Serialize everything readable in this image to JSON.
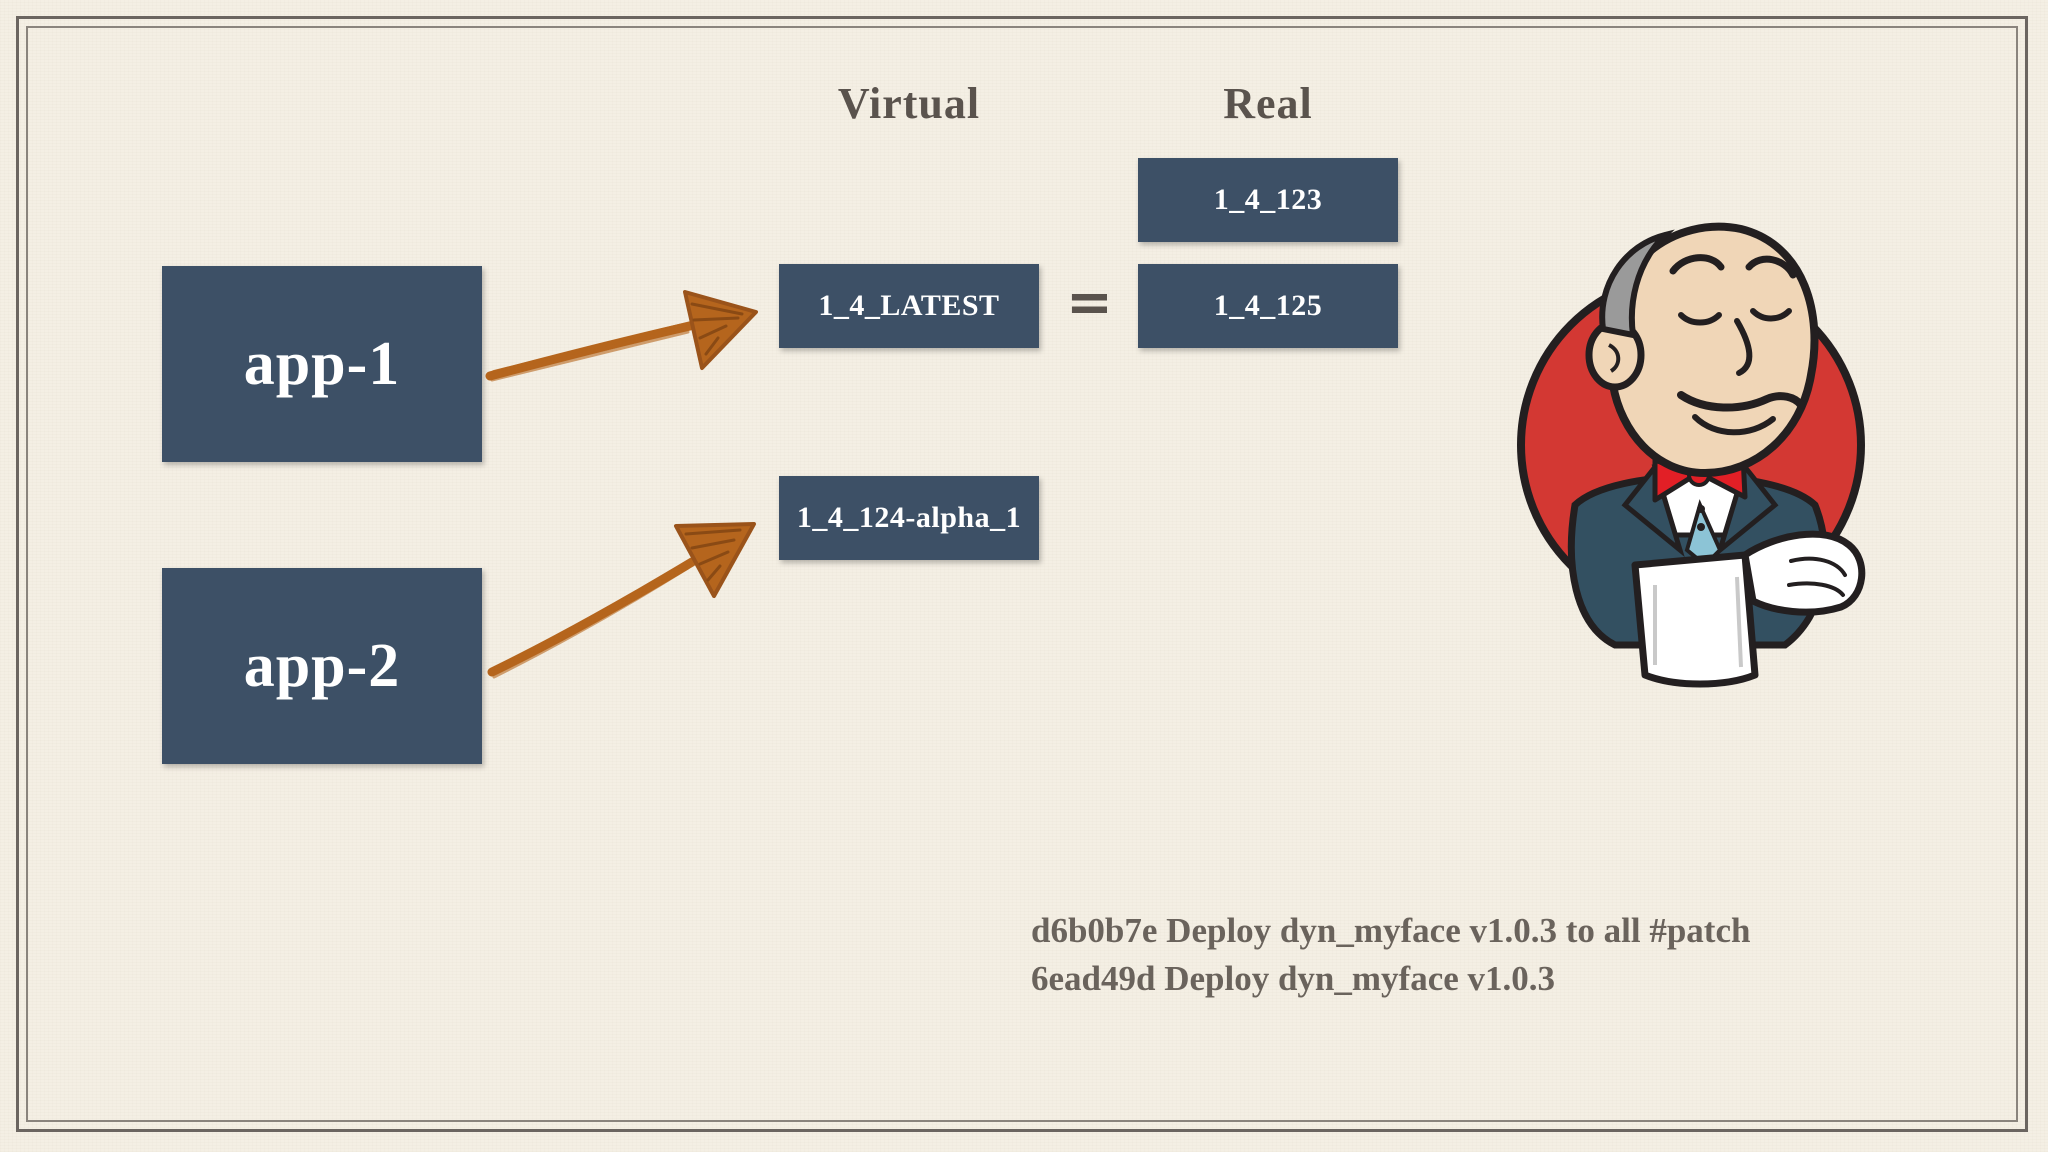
{
  "headers": {
    "virtual": "Virtual",
    "real": "Real"
  },
  "apps": [
    {
      "label": "app-1"
    },
    {
      "label": "app-2"
    }
  ],
  "virtual_tags": [
    {
      "label": "1_4_LATEST"
    },
    {
      "label": "1_4_124-alpha_1"
    }
  ],
  "real_tags": [
    {
      "label": "1_4_123"
    },
    {
      "label": "1_4_125"
    }
  ],
  "equals_sign": "=",
  "commits": [
    {
      "text": "d6b0b7e Deploy dyn_myface v1.0.3 to all #patch"
    },
    {
      "text": "6ead49d Deploy dyn_myface v1.0.3"
    }
  ],
  "colors": {
    "box_fill": "#3d5066",
    "arrow": "#b5651d",
    "background": "#f4efe4",
    "heading_text": "#5a534d",
    "mascot_red": "#d33833"
  },
  "icons": {
    "mascot": "jenkins-butler-icon",
    "arrow": "hand-drawn-arrow-icon"
  }
}
